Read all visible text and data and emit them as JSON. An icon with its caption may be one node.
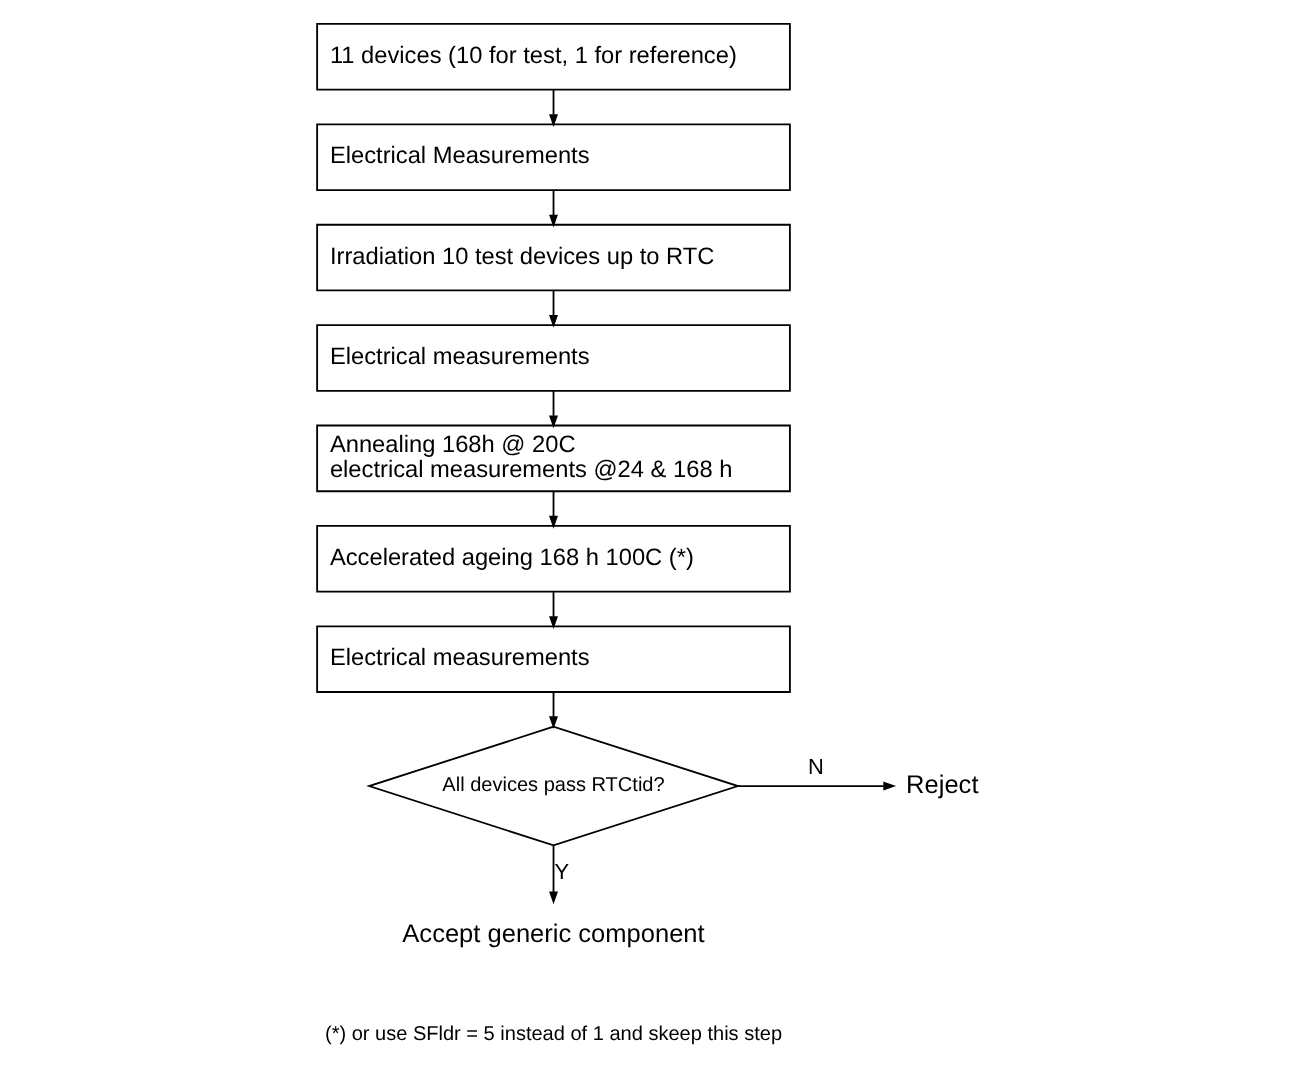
{
  "diagram": {
    "nodes": [
      {
        "text": [
          "11 devices (10 for test, 1 for reference)"
        ]
      },
      {
        "text": [
          "Electrical Measurements"
        ]
      },
      {
        "text": [
          "Irradiation 10 test devices up to RTC"
        ]
      },
      {
        "text": [
          "Electrical measurements"
        ]
      },
      {
        "text": [
          "Annealing 168h @ 20C",
          "electrical measurements @24 & 168 h"
        ]
      },
      {
        "text": [
          "Accelerated ageing 168 h 100C (*)"
        ]
      },
      {
        "text": [
          "Electrical measurements"
        ]
      },
      {
        "text": [
          "All devices pass RTCtid?"
        ]
      },
      {
        "text": [
          "Reject"
        ]
      },
      {
        "text": [
          "Accept generic component"
        ]
      }
    ],
    "edges": [
      {
        "from": 0,
        "to": 1,
        "arrow": "to"
      },
      {
        "from": 1,
        "to": 2,
        "arrow": "to"
      },
      {
        "from": 2,
        "to": 3,
        "arrow": "to"
      },
      {
        "from": 3,
        "to": 4,
        "arrow": "to"
      },
      {
        "from": 4,
        "to": 5,
        "arrow": "to"
      },
      {
        "from": 5,
        "to": 6,
        "arrow": "to"
      },
      {
        "from": 6,
        "to": 7,
        "arrow": "to"
      },
      {
        "from": 7,
        "to": 8,
        "label": "N",
        "arrow": "to"
      },
      {
        "from": 7,
        "to": 9,
        "label": "Y",
        "arrow": "to"
      }
    ],
    "labels": [
      "(*) or use SFldr = 5 instead of 1 and skeep this step"
    ]
  }
}
